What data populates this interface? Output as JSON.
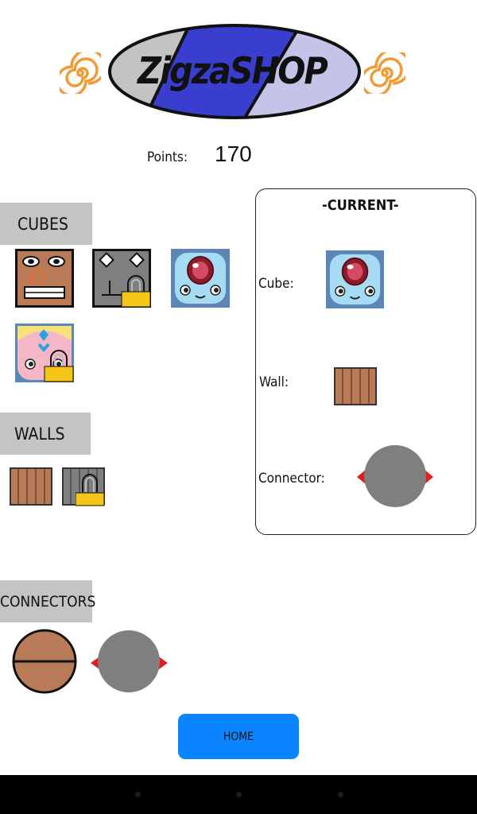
{
  "header": {
    "logo_text": "ZigzaSHOP",
    "spiral_left_icon": "spiral-icon",
    "spiral_right_icon": "spiral-icon"
  },
  "points": {
    "label": "Points:",
    "value": "170"
  },
  "sections": {
    "cubes": {
      "label": "CUBES"
    },
    "walls": {
      "label": "WALLS"
    },
    "connectors": {
      "label": "CONNECTORS"
    }
  },
  "current": {
    "title": "-CURRENT-",
    "cube_label": "Cube:",
    "wall_label": "Wall:",
    "connector_label": "Connector:"
  },
  "home_button": {
    "label": "HOME"
  },
  "colors": {
    "accent_blue": "#0a84ff",
    "lock_yellow": "#f5c518",
    "wood_brown": "#b97a57",
    "logo_blue": "#3a3ecf",
    "logo_lavender": "#c4c3e8",
    "logo_gray": "#c3c3c3",
    "spiral_orange": "#f39a35",
    "connector_red": "#e02020"
  }
}
